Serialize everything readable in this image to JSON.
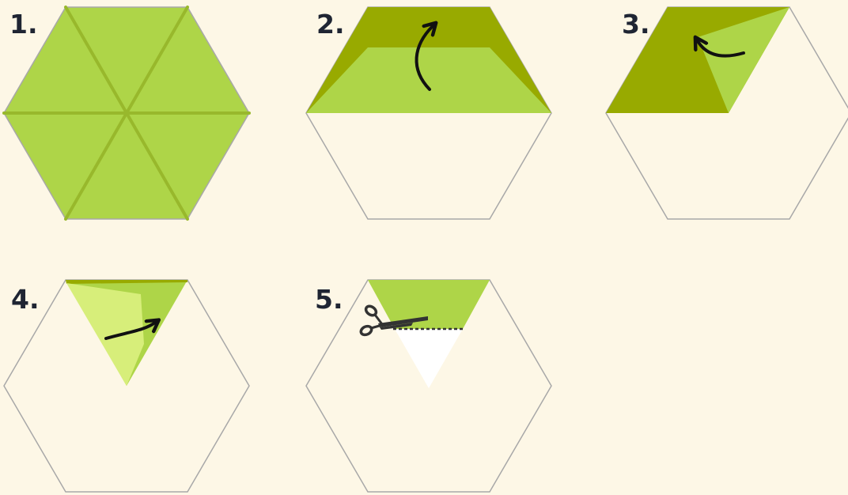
{
  "steps": [
    {
      "label": "1."
    },
    {
      "label": "2."
    },
    {
      "label": "3."
    },
    {
      "label": "4."
    },
    {
      "label": "5."
    }
  ],
  "colors": {
    "background": "#fdf7e6",
    "paper_light": "#aed548",
    "paper_dark": "#98aa00",
    "paper_pale": "#d7ee7a",
    "crease": "#98b82c",
    "outline": "#a8a8a8",
    "arrow": "#111111",
    "cut_piece": "#ffffff",
    "scissors": "#333333"
  },
  "icons": {
    "fold_arrow": "curved-arrow-icon",
    "cut_tool": "scissors-icon"
  }
}
